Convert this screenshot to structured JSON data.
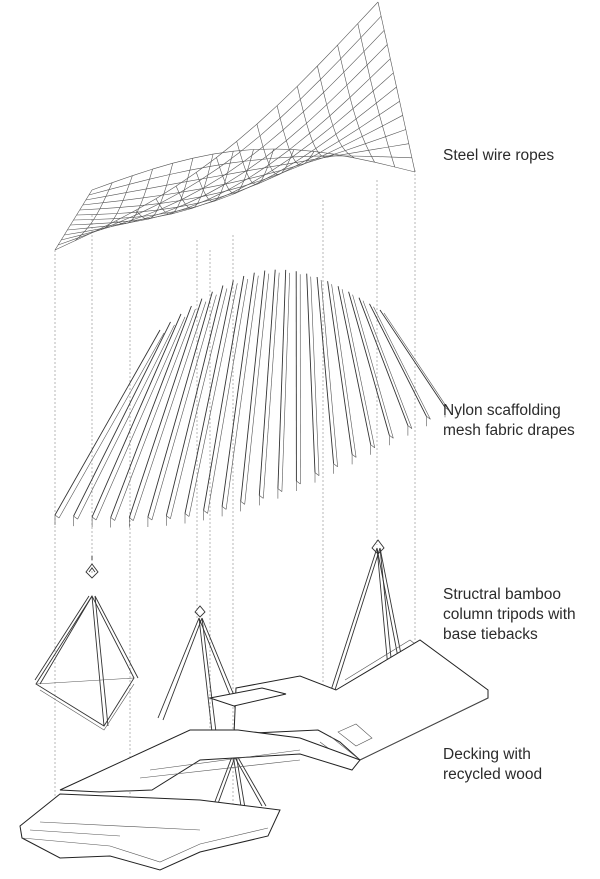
{
  "layers": [
    {
      "lines": [
        "Steel wire ropes"
      ]
    },
    {
      "lines": [
        "Nylon scaffolding",
        "mesh fabric drapes"
      ]
    },
    {
      "lines": [
        "Structral bamboo",
        "column tripods with",
        "base tiebacks"
      ]
    },
    {
      "lines": [
        "Decking with",
        "recycled wood"
      ]
    }
  ]
}
